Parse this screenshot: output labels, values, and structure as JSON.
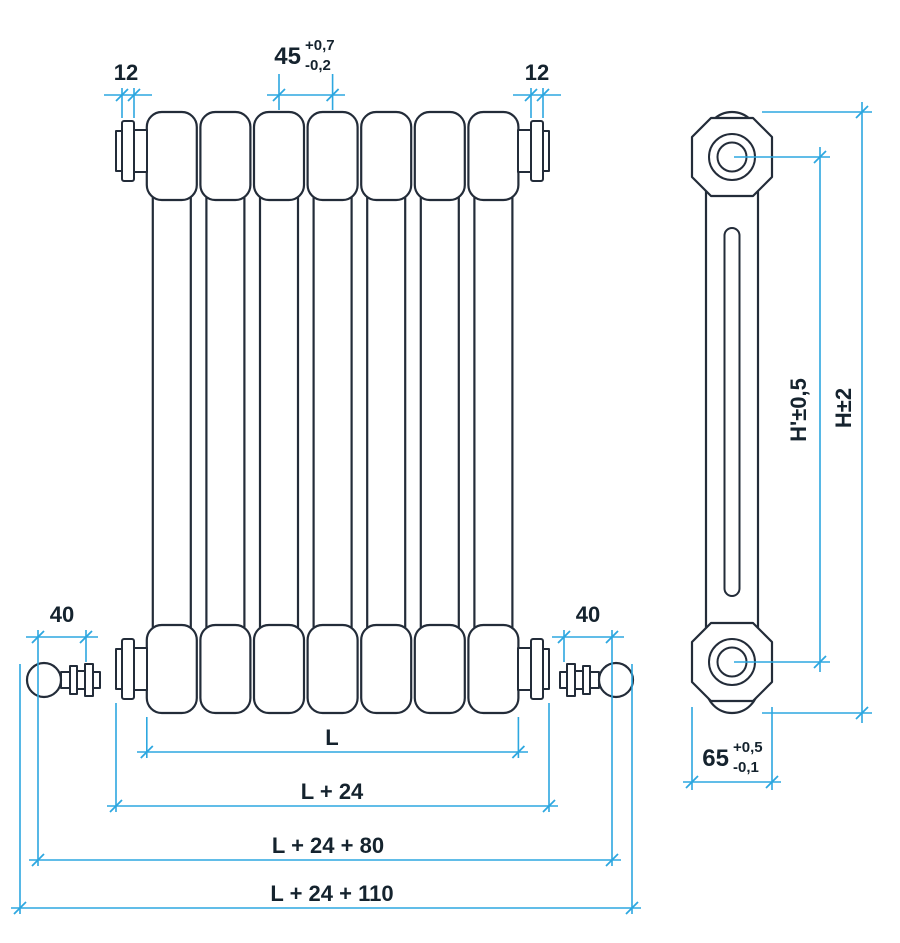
{
  "colors": {
    "dimension_line": "#2da7e0",
    "drawing_outline": "#232c39",
    "label_text": "#15232e",
    "background": "#ffffff"
  },
  "dimensions": {
    "pin_left": "12",
    "pin_right": "12",
    "pitch_value": "45",
    "pitch_tol_plus": "+0,7",
    "pitch_tol_minus": "-0,2",
    "valve_left": "40",
    "valve_right": "40",
    "length": "L",
    "length_plus_24": "L + 24",
    "length_plus_24_80": "L + 24 + 80",
    "length_plus_24_110": "L + 24 + 110",
    "height_axes": "H'±0,5",
    "height_overall": "H±2",
    "depth_value": "65",
    "depth_tol_plus": "+0,5",
    "depth_tol_minus": "-0,1"
  }
}
